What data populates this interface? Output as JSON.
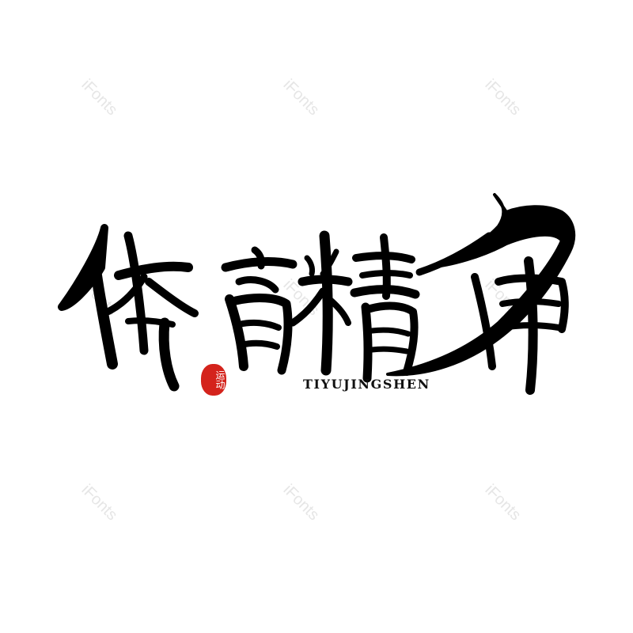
{
  "artwork": {
    "title_chars": "体育精神",
    "pinyin": "TIYUJINGSHEN",
    "seal_text": "运动",
    "ink_color": "#000000",
    "seal_color": "#d4231c",
    "background": "#ffffff"
  },
  "watermarks": [
    "iFonts",
    "iFonts",
    "iFonts",
    "iFonts",
    "iFonts",
    "iFonts",
    "iFonts",
    "iFonts",
    "iFonts"
  ]
}
